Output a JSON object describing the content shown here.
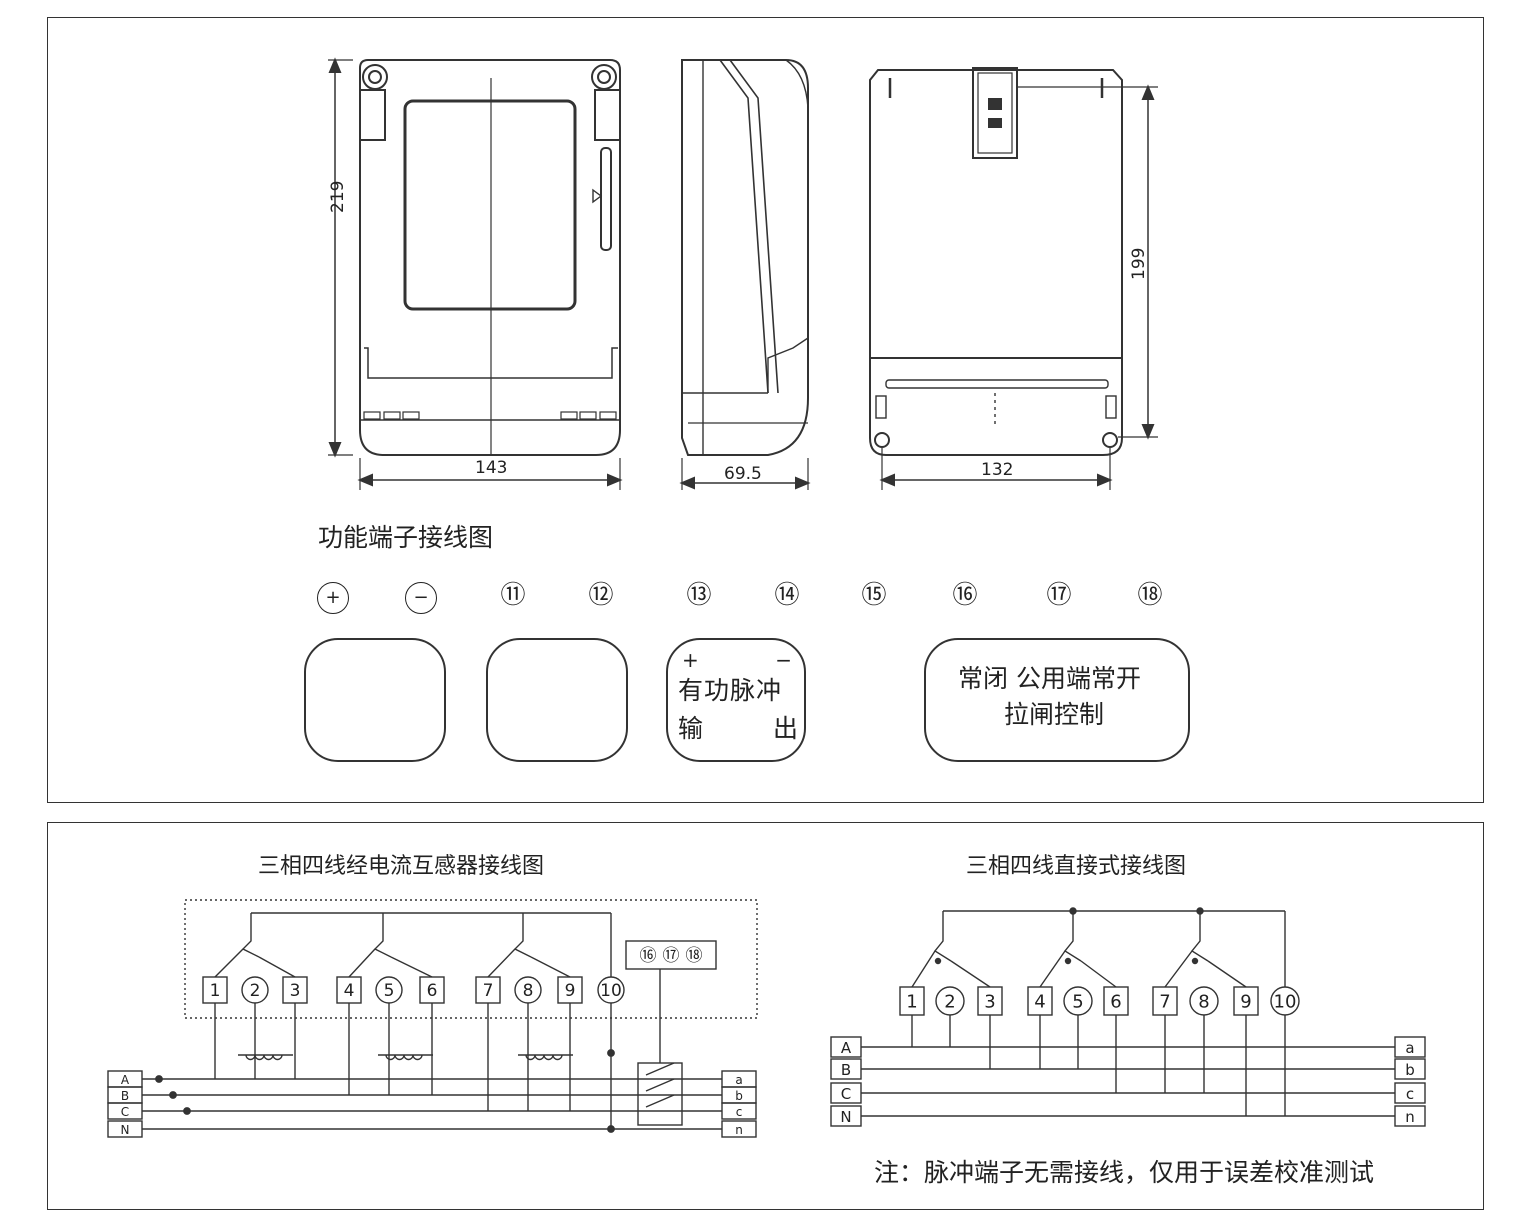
{
  "dimensions": {
    "front_height": "219",
    "front_width": "143",
    "side_depth": "69.5",
    "back_width": "132",
    "back_height": "199"
  },
  "terminal_section": {
    "title": "功能端子接线图",
    "numbers": [
      "+",
      "−",
      "⑪",
      "⑫",
      "⑬",
      "⑭",
      "⑮",
      "⑯",
      "⑰",
      "⑱"
    ],
    "pulse_box": {
      "plus": "+",
      "minus": "−",
      "line1": "有功脉冲",
      "line2_left": "输",
      "line2_right": "出"
    },
    "control_box": {
      "line1": "常闭 公用端常开",
      "line2": "拉闸控制"
    }
  },
  "wiring_ct": {
    "title": "三相四线经电流互感器接线图",
    "terminals": [
      "1",
      "2",
      "3",
      "4",
      "5",
      "6",
      "7",
      "8",
      "9",
      "10"
    ],
    "aux_terminals": [
      "⑯",
      "⑰",
      "⑱"
    ],
    "inputs": [
      "A",
      "B",
      "C",
      "N"
    ],
    "outputs": [
      "a",
      "b",
      "c",
      "n"
    ]
  },
  "wiring_direct": {
    "title": "三相四线直接式接线图",
    "terminals": [
      "1",
      "2",
      "3",
      "4",
      "5",
      "6",
      "7",
      "8",
      "9",
      "10"
    ],
    "inputs": [
      "A",
      "B",
      "C",
      "N"
    ],
    "outputs": [
      "a",
      "b",
      "c",
      "n"
    ]
  },
  "note": "注：脉冲端子无需接线，仅用于误差校准测试"
}
